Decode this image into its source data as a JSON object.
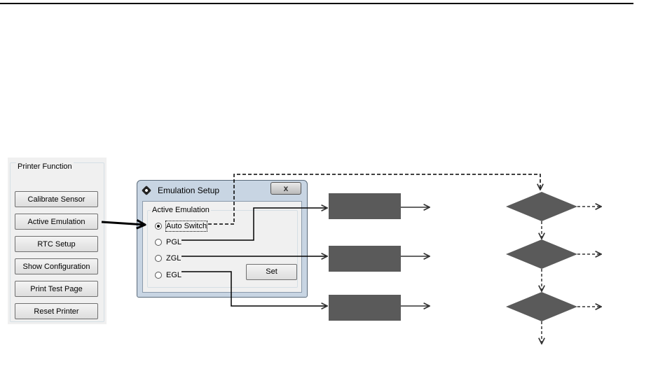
{
  "printer_function": {
    "title": "Printer Function",
    "buttons": [
      {
        "label": "Calibrate Sensor"
      },
      {
        "label": "Active Emulation"
      },
      {
        "label": "RTC Setup"
      },
      {
        "label": "Show Configuration"
      },
      {
        "label": "Print Test Page"
      },
      {
        "label": "Reset Printer"
      }
    ]
  },
  "emulation_window": {
    "title": "Emulation Setup",
    "close_glyph": "x",
    "group_title": "Active Emulation",
    "options": [
      {
        "label": "Auto Switch",
        "selected": true
      },
      {
        "label": "PGL",
        "selected": false
      },
      {
        "label": "ZGL",
        "selected": false
      },
      {
        "label": "EGL",
        "selected": false
      }
    ],
    "set_label": "Set"
  },
  "colors": {
    "box_fill": "#5a5a5a",
    "line": "#000000",
    "arrow": "#333333"
  }
}
